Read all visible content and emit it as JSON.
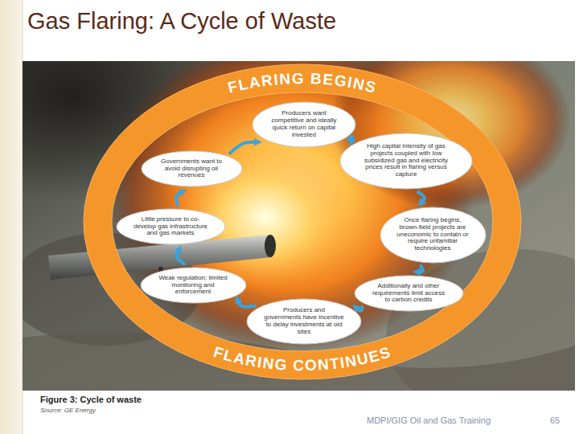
{
  "diagram": {
    "title": "Gas Flaring: A Cycle of Waste",
    "caption": "Figure 3: Cycle of waste",
    "nodes": [
      {
        "text": [
          "Producers want competitive and ideally quick return on capital invested"
        ]
      },
      {
        "text": [
          "High capital intensity of gas projects coupled with low subsidized gas and electricity prices result in flaring versus capture"
        ]
      },
      {
        "text": [
          "Once flaring begins, brown-field projects are uneconomic to contain or require unfamiliar technologies"
        ]
      },
      {
        "text": [
          "Additionally and other requirements limit access to carbon credits"
        ]
      },
      {
        "text": [
          "Producers and governments have incentive to delay investments at old sites"
        ]
      },
      {
        "text": [
          "Weak regulation; limited monitoring and enforcement"
        ]
      },
      {
        "text": [
          "Little pressure to co-develop gas infrastructure and gas markets"
        ]
      },
      {
        "text": [
          "Governments want to avoid disrupting oil revenues"
        ]
      }
    ],
    "edges": [
      {
        "from": 0,
        "to": 1,
        "arrow": "to"
      },
      {
        "from": 1,
        "to": 2,
        "arrow": "to"
      },
      {
        "from": 2,
        "to": 3,
        "arrow": "to"
      },
      {
        "from": 3,
        "to": 4,
        "arrow": "to"
      },
      {
        "from": 4,
        "to": 5,
        "arrow": "to"
      },
      {
        "from": 5,
        "to": 6,
        "arrow": "to"
      },
      {
        "from": 6,
        "to": 7,
        "arrow": "to"
      },
      {
        "from": 7,
        "to": 0,
        "arrow": "to"
      }
    ],
    "labels": [
      "FLARING BEGINS",
      "FLARING CONTINUES",
      "Source: GE Energy",
      "MDPI/GIG Oil and Gas Training",
      "65"
    ]
  }
}
